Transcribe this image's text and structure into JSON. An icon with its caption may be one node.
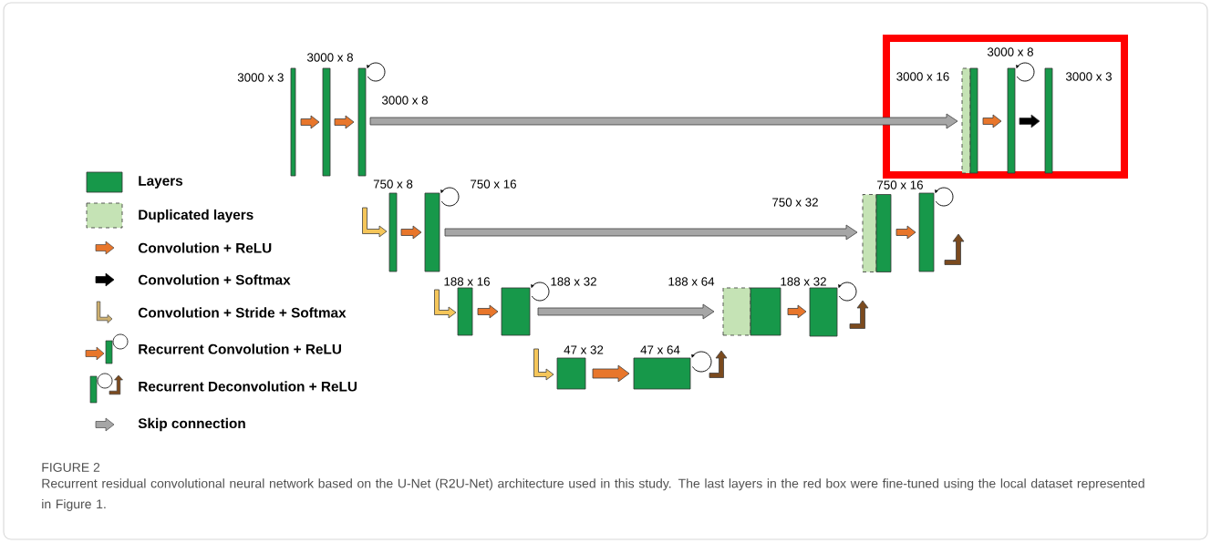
{
  "diagram": {
    "title": "FIGURE 2",
    "caption": "Recurrent residual convolutional neural network based on the U-Net (R2U-Net) architecture used in this study. The last layers in the red box were fine-tuned using the local dataset represented in Figure 1.",
    "nodes": [
      {
        "text": [],
        "shape": "bar",
        "beside": [
          "3000 x 3"
        ]
      },
      {
        "text": [],
        "shape": "bar",
        "beside": [
          "3000 x 8"
        ]
      },
      {
        "text": [],
        "shape": "bar",
        "beside": [
          "3000 x 8"
        ]
      },
      {
        "text": [],
        "shape": "box"
      },
      {
        "text": [],
        "shape": "bar",
        "in": 3,
        "beside": [
          "3000 x 16"
        ]
      },
      {
        "text": [],
        "shape": "bar",
        "in": 3
      },
      {
        "text": [],
        "shape": "bar",
        "in": 3,
        "beside": [
          "3000 x 8"
        ]
      },
      {
        "text": [],
        "shape": "bar",
        "in": 3,
        "beside": [
          "3000 x 3"
        ]
      },
      {
        "text": [],
        "shape": "bar",
        "beside": [
          "750 x 8"
        ]
      },
      {
        "text": [],
        "shape": "bar",
        "beside": [
          "750 x 16"
        ]
      },
      {
        "text": [],
        "shape": "bar",
        "beside": [
          "750 x 32"
        ]
      },
      {
        "text": [],
        "shape": "bar"
      },
      {
        "text": [],
        "shape": "bar",
        "beside": [
          "750 x 16"
        ]
      },
      {
        "text": [],
        "shape": "bar",
        "beside": [
          "188 x 16"
        ]
      },
      {
        "text": [],
        "shape": "bar",
        "beside": [
          "188 x 32"
        ]
      },
      {
        "text": [],
        "shape": "bar",
        "beside": [
          "188 x 64"
        ]
      },
      {
        "text": [],
        "shape": "bar"
      },
      {
        "text": [],
        "shape": "bar",
        "beside": [
          "188 x 32"
        ]
      },
      {
        "text": [],
        "shape": "bar",
        "beside": [
          "47 x 32"
        ]
      },
      {
        "text": [],
        "shape": "bar",
        "beside": [
          "47 x 64"
        ]
      }
    ],
    "edges": [
      {
        "from": 0,
        "to": 1,
        "arrow": "to"
      },
      {
        "from": 1,
        "to": 2,
        "arrow": "to"
      },
      {
        "from": 2,
        "to": 4,
        "arrow": "to",
        "color": "#a6a6a6"
      },
      {
        "from": 5,
        "to": 6,
        "arrow": "to"
      },
      {
        "from": 6,
        "to": 7,
        "arrow": "to",
        "color": "#000000"
      },
      {
        "from": null,
        "to": 8,
        "arrow": "to",
        "color": "#f5c65a"
      },
      {
        "from": 8,
        "to": 9,
        "arrow": "to"
      },
      {
        "from": 9,
        "to": 10,
        "arrow": "to",
        "color": "#a6a6a6"
      },
      {
        "from": 11,
        "to": 12,
        "arrow": "to"
      },
      {
        "from": 12,
        "to": null,
        "arrow": "to",
        "color": "#7b4a1e"
      },
      {
        "from": null,
        "to": 13,
        "arrow": "to",
        "color": "#f5c65a"
      },
      {
        "from": 13,
        "to": 14,
        "arrow": "to"
      },
      {
        "from": 14,
        "to": 15,
        "arrow": "to",
        "color": "#a6a6a6"
      },
      {
        "from": 16,
        "to": 17,
        "arrow": "to"
      },
      {
        "from": 17,
        "to": null,
        "arrow": "to",
        "color": "#7b4a1e"
      },
      {
        "from": null,
        "to": 18,
        "arrow": "to",
        "color": "#f5c65a"
      },
      {
        "from": 18,
        "to": 19,
        "arrow": "to"
      },
      {
        "from": 19,
        "to": null,
        "arrow": "to",
        "color": "#7b4a1e"
      }
    ],
    "legend": [
      {
        "text": "Layers",
        "color": "#17984a"
      },
      {
        "text": "Duplicated layers",
        "color": "#c5e3b5"
      },
      {
        "text": "Convolution + ReLU"
      },
      {
        "text": "Convolution + Softmax"
      },
      {
        "text": "Convolution + Stride + Softmax"
      },
      {
        "text": "Recurrent Convolution + ReLU"
      },
      {
        "text": "Recurrent Deconvolution + ReLU"
      },
      {
        "text": "Skip connection"
      }
    ]
  }
}
